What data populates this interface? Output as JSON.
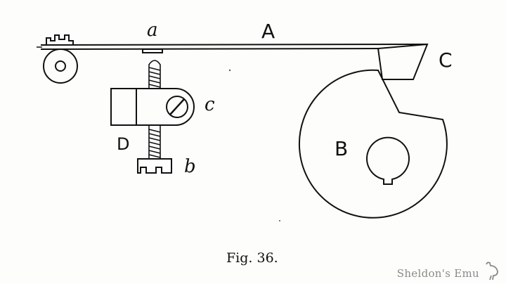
{
  "diagram": {
    "labels": {
      "A": "A",
      "B": "B",
      "C": "C",
      "D": "D",
      "a": "a",
      "b": "b",
      "c": "c"
    },
    "caption": "Fig. 36.",
    "watermark": "Sheldon's Emu"
  }
}
